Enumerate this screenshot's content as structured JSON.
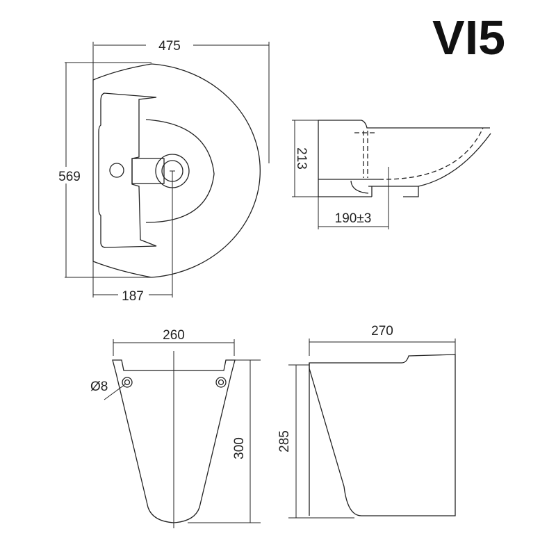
{
  "title": "VI5",
  "top_view": {
    "width": "475",
    "depth": "569",
    "drain_offset": "187"
  },
  "side_view": {
    "height": "213",
    "projection": "190±3"
  },
  "pedestal_front": {
    "width": "260",
    "height": "300",
    "hole": "Ø8"
  },
  "pedestal_side": {
    "depth": "270",
    "height": "285"
  }
}
